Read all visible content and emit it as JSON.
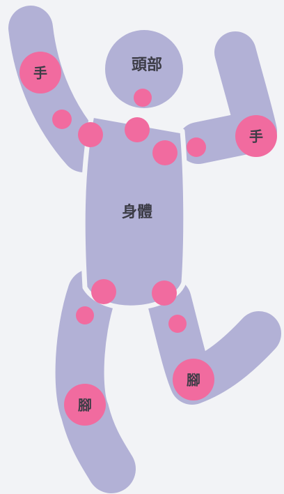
{
  "colors": {
    "background": "#f2f3f6",
    "body": "#b2b1d6",
    "joint": "#f16b9f",
    "text": "#3c3c46"
  },
  "labels": {
    "head": "頭部",
    "torso": "身體",
    "left_hand": "手",
    "right_hand": "手",
    "left_foot": "腳",
    "right_foot": "腳"
  }
}
